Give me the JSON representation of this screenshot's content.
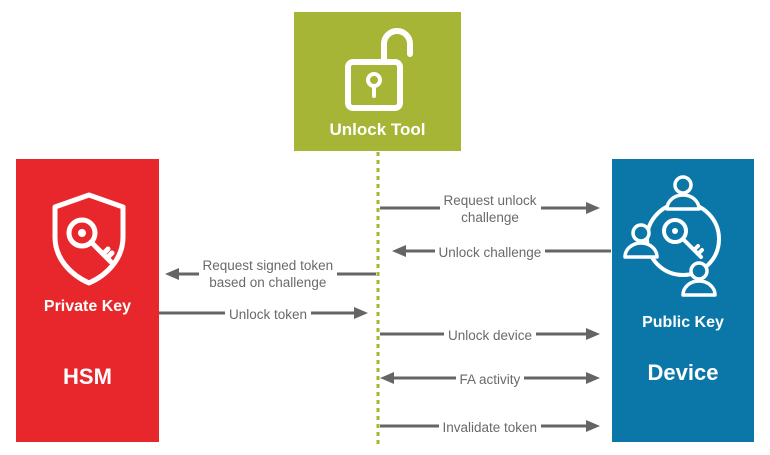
{
  "colors": {
    "tool": "#a6b535",
    "hsm": "#e8272c",
    "device": "#0a77a8",
    "arrow": "#656565",
    "lifeline": "#a6b535",
    "label": "#6a6a6a"
  },
  "tool": {
    "title": "Unlock Tool",
    "icon": "unlocked-padlock-icon"
  },
  "hsm": {
    "key_label": "Private Key",
    "title": "HSM",
    "icon": "shield-key-icon"
  },
  "device": {
    "key_label": "Public Key",
    "title": "Device",
    "icon": "key-with-users-icon"
  },
  "flows": [
    {
      "lines": [
        "Request unlock",
        "challenge"
      ],
      "direction": "tool-to-device"
    },
    {
      "lines": [
        "Unlock challenge"
      ],
      "direction": "device-to-tool"
    },
    {
      "lines": [
        "Request signed token",
        "based on challenge"
      ],
      "direction": "tool-to-hsm"
    },
    {
      "lines": [
        "Unlock token"
      ],
      "direction": "hsm-to-tool"
    },
    {
      "lines": [
        "Unlock device"
      ],
      "direction": "tool-to-device"
    },
    {
      "lines": [
        "FA activity"
      ],
      "direction": "bidirectional"
    },
    {
      "lines": [
        "Invalidate token"
      ],
      "direction": "tool-to-device"
    }
  ]
}
